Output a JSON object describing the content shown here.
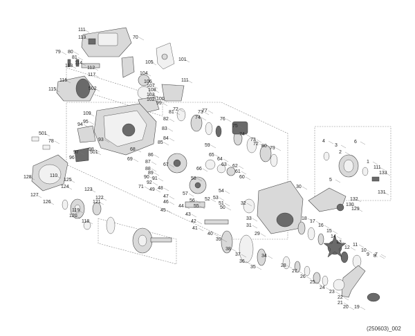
{
  "diagram": {
    "caption": "(250603)_002",
    "callouts": [
      "111",
      "113",
      "70",
      "79",
      "80",
      "81",
      "114",
      "113",
      "112",
      "117",
      "116",
      "115",
      "502",
      "101",
      "104",
      "105",
      "106",
      "107",
      "108",
      "102",
      "103",
      "100",
      "99",
      "111",
      "110",
      "109",
      "95",
      "94",
      "93",
      "98",
      "97",
      "96",
      "501",
      "501",
      "78",
      "72",
      "73",
      "74",
      "77",
      "76",
      "75",
      "74",
      "73",
      "72",
      "80",
      "79",
      "81",
      "82",
      "83",
      "84",
      "85",
      "86",
      "87",
      "88",
      "89",
      "90",
      "91",
      "92",
      "71",
      "69",
      "68",
      "67",
      "66",
      "65",
      "64",
      "63",
      "62",
      "61",
      "60",
      "59",
      "58",
      "57",
      "56",
      "55",
      "54",
      "53",
      "52",
      "51",
      "50",
      "49",
      "48",
      "47",
      "46",
      "45",
      "44",
      "43",
      "42",
      "41",
      "40",
      "39",
      "38",
      "37",
      "36",
      "35",
      "34",
      "33",
      "32",
      "31",
      "30",
      "29",
      "28",
      "27",
      "26",
      "25",
      "24",
      "23",
      "22",
      "21",
      "20",
      "19",
      "18",
      "17",
      "16",
      "15",
      "14",
      "13",
      "12",
      "11",
      "10",
      "9",
      "8",
      "7",
      "6",
      "5",
      "4",
      "3",
      "2",
      "1",
      "111",
      "133",
      "131",
      "132",
      "130",
      "129",
      "128",
      "127",
      "126",
      "125",
      "124",
      "123",
      "122",
      "121",
      "120",
      "119",
      "118"
    ]
  }
}
